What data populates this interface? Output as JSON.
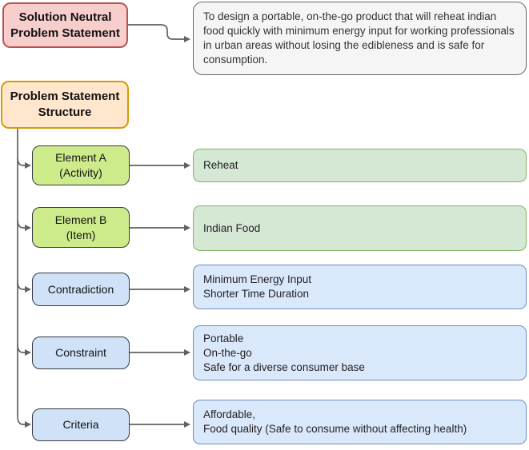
{
  "palette": {
    "pink_fill": "#f8cecc",
    "pink_stroke": "#b85450",
    "orange_fill": "#ffe6cc",
    "orange_stroke": "#d79b00",
    "gray_fill": "#f5f5f5",
    "gray_stroke": "#666666",
    "lime_fill": "#cdeb8b",
    "dark_stroke": "#36393d",
    "lightblue_fill": "#cfe2f7",
    "green_fill": "#d5e8d4",
    "green_stroke": "#82b366",
    "blue_fill": "#dae8fc",
    "blue_stroke": "#6c8ebf",
    "connector": "#616161"
  },
  "header": {
    "source_label_lines": [
      "Solution Neutral",
      "Problem Statement"
    ],
    "statement": "To design a portable, on-the-go product that will reheat indian food quickly with minimum energy input for working professionals in urban areas without losing the edibleness and is safe for consumption."
  },
  "structure": {
    "label_lines": [
      "Problem Statement",
      "Structure"
    ],
    "rows": [
      {
        "type": "green",
        "label_lines": [
          "Element A",
          "(Activity)"
        ],
        "value_lines": [
          "Reheat"
        ]
      },
      {
        "type": "green",
        "label_lines": [
          "Element B",
          "(Item)"
        ],
        "value_lines": [
          "Indian Food"
        ]
      },
      {
        "type": "blue",
        "label_lines": [
          "Contradiction"
        ],
        "value_lines": [
          "Minimum Energy Input",
          "Shorter Time Duration"
        ]
      },
      {
        "type": "blue",
        "label_lines": [
          "Constraint"
        ],
        "value_lines": [
          "Portable",
          "On-the-go",
          "Safe for a diverse consumer base"
        ]
      },
      {
        "type": "blue",
        "label_lines": [
          "Criteria"
        ],
        "value_lines": [
          "Affordable,",
          "Food quality (Safe to consume without affecting health)"
        ]
      }
    ]
  }
}
